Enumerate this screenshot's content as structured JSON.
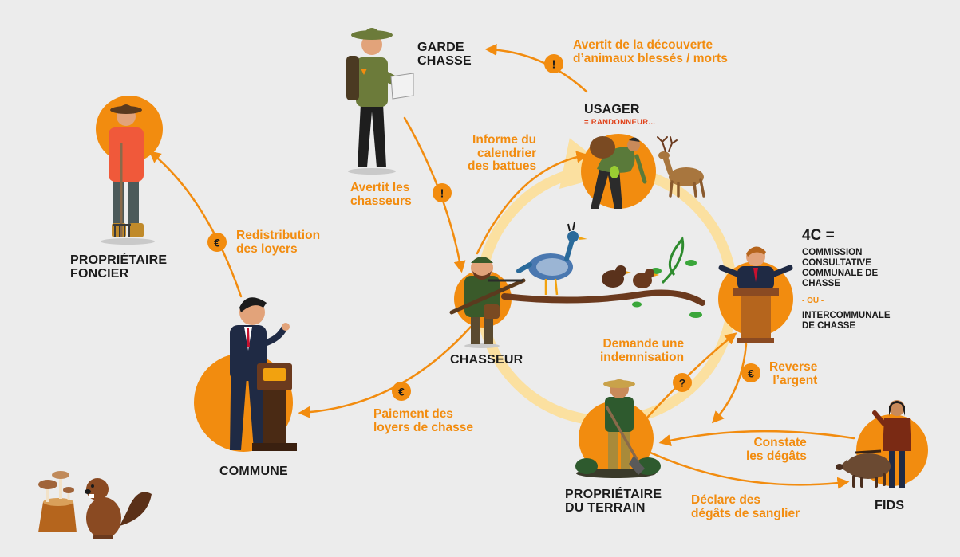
{
  "actors": {
    "garde_chasse": "GARDE\nCHASSE",
    "usager": "USAGER",
    "usager_sub": "= RANDONNEUR...",
    "proprietaire_foncier": "PROPRIÉTAIRE\nFONCIER",
    "commune": "COMMUNE",
    "chasseur": "CHASSEUR",
    "commission_title": "4C =",
    "commission_name": "COMMISSION\nCONSULTATIVE\nCOMMUNALE DE\nCHASSE",
    "commission_or": "- OU -",
    "commission_alt": "INTERCOMMUNALE\nDE CHASSE",
    "proprietaire_terrain": "PROPRIÉTAIRE\nDU TERRAIN",
    "fids": "FIDS"
  },
  "flows": {
    "avertit_decouverte": "Avertit de la découverte\nd’animaux blessés / morts",
    "informe_calendrier": "Informe du\ncalendrier\ndes battues",
    "avertit_chasseurs": "Avertit les\nchasseurs",
    "redistribution": "Redistribution\ndes loyers",
    "paiement": "Paiement des\nloyers de chasse",
    "demande_indemnisation": "Demande une\nindemnisation",
    "reverse_argent": "Reverse\nl’argent",
    "constate_degats": "Constate\nles dégâts",
    "declare_degats": "Déclare des\ndégâts de sanglier"
  },
  "badges": {
    "alert": "!",
    "euro": "€",
    "question": "?"
  },
  "colors": {
    "orange": "#f28c0f",
    "light_ring": "#fbe0a0",
    "text_dark": "#1b1b1b",
    "accent_red": "#e0421a",
    "background": "#ececec"
  },
  "icons": [
    "gamekeeper-illustration",
    "hiker-illustration",
    "deer-illustration",
    "landowner-illustration",
    "mayor-illustration",
    "hunter-illustration",
    "birds-on-branch-illustration",
    "commission-speaker-illustration",
    "farmer-illustration",
    "fids-agent-illustration",
    "wild-boar-illustration",
    "beaver-illustration",
    "mushrooms-illustration"
  ]
}
